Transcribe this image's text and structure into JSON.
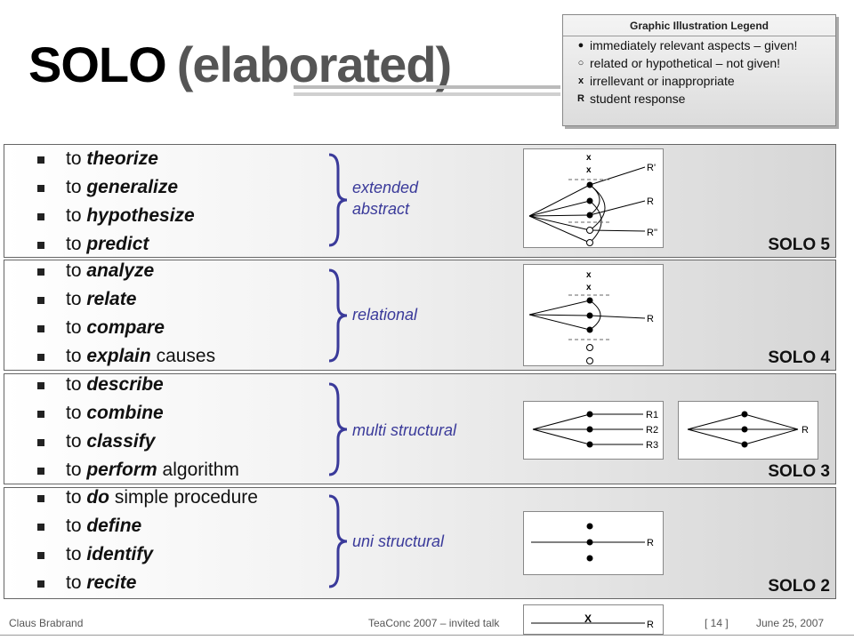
{
  "title": {
    "main": "SOLO",
    "sub": "(elaborated)"
  },
  "legend": {
    "title": "Graphic Illustration Legend",
    "items": [
      {
        "symbol": "●",
        "text": "immediately relevant aspects – given!"
      },
      {
        "symbol": "○",
        "text": "related or hypothetical – not given!"
      },
      {
        "symbol": "x",
        "text": "irrellevant or inappropriate"
      },
      {
        "symbol": "R",
        "text": "student response"
      }
    ]
  },
  "levels": [
    {
      "label": "SOLO 5",
      "name": "extended abstract",
      "verbs": [
        {
          "pre": "to ",
          "verb": "theorize",
          "post": ""
        },
        {
          "pre": "to ",
          "verb": "generalize",
          "post": ""
        },
        {
          "pre": "to ",
          "verb": "hypothesize",
          "post": ""
        },
        {
          "pre": "to ",
          "verb": "predict",
          "post": ""
        }
      ],
      "diagram": {
        "x_marks": [
          "x",
          "x"
        ],
        "responses": [
          "R'",
          "R",
          "R''"
        ]
      }
    },
    {
      "label": "SOLO 4",
      "name": "relational",
      "verbs": [
        {
          "pre": "to ",
          "verb": "analyze",
          "post": ""
        },
        {
          "pre": "to ",
          "verb": "relate",
          "post": ""
        },
        {
          "pre": "to ",
          "verb": "compare",
          "post": ""
        },
        {
          "pre": "to ",
          "verb": "explain",
          "post": " causes"
        }
      ],
      "diagram": {
        "x_marks": [
          "x",
          "x"
        ],
        "responses": [
          "R"
        ]
      }
    },
    {
      "label": "SOLO 3",
      "name": "multi structural",
      "verbs": [
        {
          "pre": "to ",
          "verb": "describe",
          "post": ""
        },
        {
          "pre": "to ",
          "verb": "combine",
          "post": ""
        },
        {
          "pre": "to ",
          "verb": "classify",
          "post": ""
        },
        {
          "pre": "to ",
          "verb": "perform",
          "post": " algorithm"
        }
      ],
      "diagram": {
        "responses": [
          "R1",
          "R2",
          "R3"
        ],
        "responses_b": [
          "R"
        ]
      }
    },
    {
      "label": "SOLO 2",
      "name": "uni structural",
      "verbs": [
        {
          "pre": "to ",
          "verb": "do",
          "post": " simple procedure"
        },
        {
          "pre": "to ",
          "verb": "define",
          "post": ""
        },
        {
          "pre": "to ",
          "verb": "identify",
          "post": ""
        },
        {
          "pre": "to ",
          "verb": "recite",
          "post": ""
        }
      ],
      "diagram": {
        "responses": [
          "R"
        ]
      }
    }
  ],
  "solo1_diagram": {
    "x_marks": [
      "X"
    ],
    "responses": [
      "R"
    ]
  },
  "footer": {
    "author": "Claus Brabrand",
    "event": "TeaConc 2007 – invited talk",
    "page": "[ 14 ]",
    "date": "June 25, 2007"
  }
}
